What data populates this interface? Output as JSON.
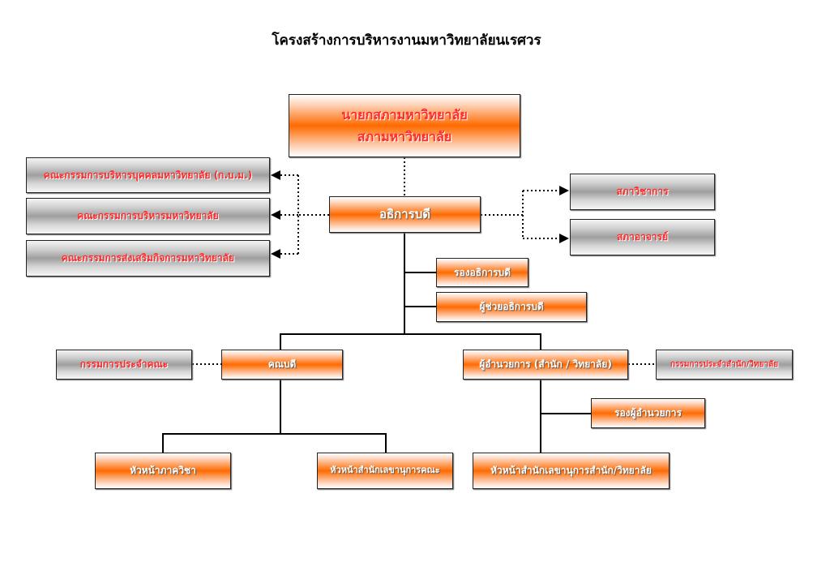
{
  "title": "โครงสร้างการบริหารงานมหาวิทยาลัยนเรศวร",
  "nodes": {
    "council_chair": "นายกสภามหาวิทยาลัย",
    "council": "สภามหาวิทยาลัย",
    "committee_personnel": "คณะกรรมการบริหารบุคคลมหาวิทยาลัย (ก.บ.ม.)",
    "committee_admin": "คณะกรรมการบริหารมหาวิทยาลัย",
    "committee_promotion": "คณะกรรมการส่งเสริมกิจการมหาวิทยาลัย",
    "president": "อธิการบดี",
    "academic_senate": "สภาวิชาการ",
    "faculty_senate": "สภาอาจารย์",
    "vice_president": "รองอธิการบดี",
    "assistant_president": "ผู้ช่วยอธิการบดี",
    "faculty_committee": "กรรมการประจำคณะ",
    "dean": "คณบดี",
    "director": "ผู้อำนวยการ (สำนัก / วิทยาลัย)",
    "office_committee": "กรรมการประจำสำนัก/วิทยาลัย",
    "deputy_director": "รองผู้อำนวยการ",
    "department_head": "หัวหน้าภาควิชา",
    "faculty_secretary_head": "หัวหน้าสำนักเลขานุการคณะ",
    "office_secretary_head": "หัวหน้าสำนักเลขานุการสำนัก/วิทยาลัย"
  }
}
